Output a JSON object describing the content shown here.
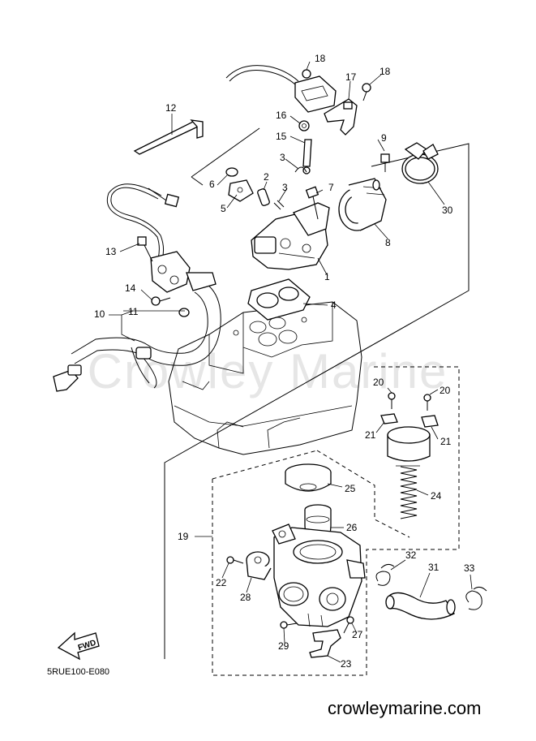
{
  "diagram": {
    "watermark": "Crowley Marine",
    "drawing_code": "5RUE100-E080",
    "website": "crowleymarine.com",
    "fwd_label": "FWD",
    "callouts": {
      "p1": "1",
      "p2": "2",
      "p3a": "3",
      "p3b": "3",
      "p4": "4",
      "p5": "5",
      "p6": "6",
      "p7": "7",
      "p8": "8",
      "p9": "9",
      "p10": "10",
      "p11": "11",
      "p12": "12",
      "p13": "13",
      "p14": "14",
      "p15": "15",
      "p16": "16",
      "p17": "17",
      "p18a": "18",
      "p18b": "18",
      "p19": "19",
      "p20a": "20",
      "p20b": "20",
      "p21a": "21",
      "p21b": "21",
      "p22": "22",
      "p23": "23",
      "p24": "24",
      "p25": "25",
      "p26": "26",
      "p27": "27",
      "p28": "28",
      "p29": "29",
      "p30": "30",
      "p31": "31",
      "p32": "32",
      "p33": "33"
    }
  }
}
